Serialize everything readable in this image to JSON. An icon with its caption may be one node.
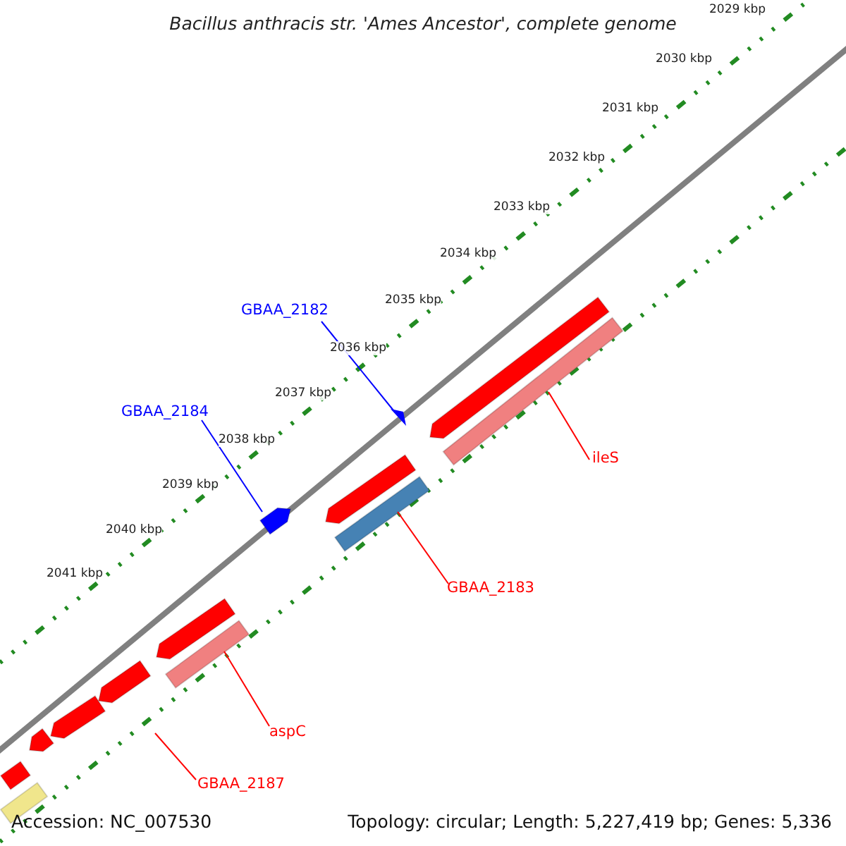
{
  "diagram": {
    "title": "Bacillus anthracis str. 'Ames Ancestor', complete genome",
    "nodes": [
      {
        "text": [
          "GBAA_2182"
        ]
      },
      {
        "text": [],
        "shape": "triangle"
      },
      {
        "text": [
          "GBAA_2184"
        ]
      },
      {
        "text": [],
        "shape": "arrow"
      },
      {
        "text": [
          "ileS"
        ]
      },
      {
        "text": [],
        "shape": "bar"
      },
      {
        "text": [
          "GBAA_2183"
        ]
      },
      {
        "text": [],
        "shape": "bar"
      },
      {
        "text": [
          "aspC"
        ]
      },
      {
        "text": [],
        "shape": "bar"
      },
      {
        "text": [
          "GBAA_2187"
        ]
      },
      {
        "text": [],
        "shape": "bar"
      },
      {
        "text": [],
        "shape": "bar"
      },
      {
        "text": [],
        "shape": "bar"
      },
      {
        "text": [],
        "shape": "bar"
      },
      {
        "text": [],
        "shape": "bar"
      },
      {
        "text": [],
        "shape": "bar"
      },
      {
        "text": [],
        "shape": "bar"
      },
      {
        "text": [],
        "shape": "bar"
      }
    ],
    "edges": [
      {
        "from": 0,
        "to": 1,
        "arrow": "none",
        "color": "#0000ff"
      },
      {
        "from": 2,
        "to": 3,
        "arrow": "none",
        "color": "#0000ff"
      },
      {
        "from": 4,
        "to": 5,
        "arrow": "none"
      },
      {
        "from": 6,
        "to": 7,
        "arrow": "none"
      },
      {
        "from": 8,
        "to": 9,
        "arrow": "none"
      },
      {
        "from": 10,
        "to": null,
        "arrow": "none"
      }
    ],
    "labels": [
      "2029 kbp",
      "2030 kbp",
      "2031 kbp",
      "2032 kbp",
      "2033 kbp",
      "2034 kbp",
      "2035 kbp",
      "2036 kbp",
      "2037 kbp",
      "2038 kbp",
      "2039 kbp",
      "2040 kbp",
      "2041 kbp",
      "Accession: NC_007530",
      "Topology: circular; Length: 5,227,419 bp; Genes: 5,336"
    ]
  }
}
